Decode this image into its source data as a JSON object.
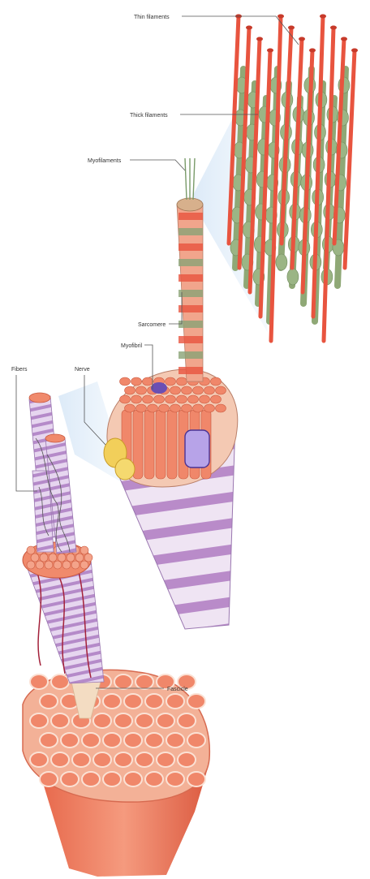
{
  "labels": {
    "thin_filaments": "Thin filaments",
    "thick_filaments": "Thick filaments",
    "myofilaments": "Myofilaments",
    "sarcomere": "Sarcomere",
    "myofibril": "Myofibril",
    "fibers": "Fibers",
    "nerve": "Nerve",
    "fascicle": "Fascicle"
  },
  "colors": {
    "thin_filament": "#e8543f",
    "thick_filament": "#8fa876",
    "muscle_flesh": "#f0876a",
    "fiber_stripe": "#b58ac9",
    "blood_vessel": "#a3213a",
    "nerve": "#f2cf5a",
    "nucleus": "#6a4fb3",
    "highlight_cone": "#dbe9f7"
  }
}
